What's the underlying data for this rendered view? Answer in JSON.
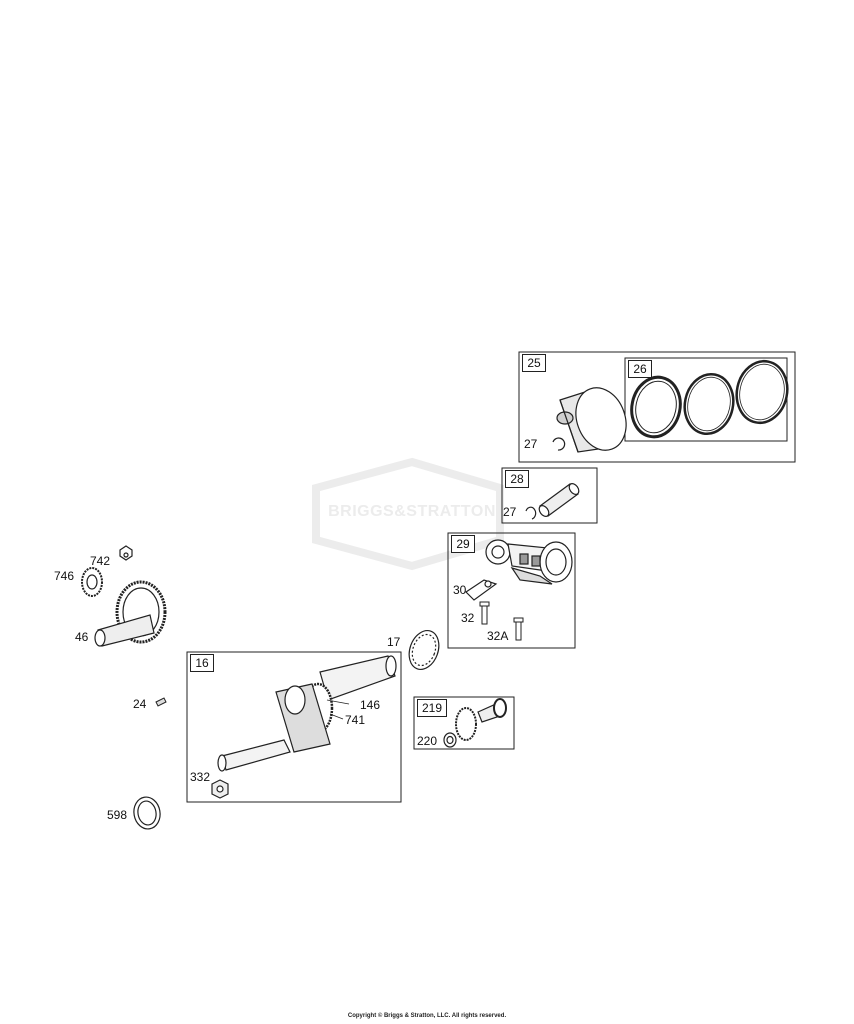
{
  "watermark": {
    "brand": "BRIGGS&STRATTON"
  },
  "groups": {
    "piston": "25",
    "rings": "26",
    "pin": "28",
    "rod": "29",
    "crank": "16",
    "governor": "219"
  },
  "callouts": {
    "c27a": "27",
    "c27b": "27",
    "c30": "30",
    "c32": "32",
    "c32a": "32A",
    "c17": "17",
    "c742": "742",
    "c746": "746",
    "c46": "46",
    "c24": "24",
    "c146": "146",
    "c741": "741",
    "c332": "332",
    "c598": "598",
    "c220": "220"
  },
  "footer": {
    "copyright": "Copyright © Briggs & Stratton, LLC. All rights reserved."
  }
}
